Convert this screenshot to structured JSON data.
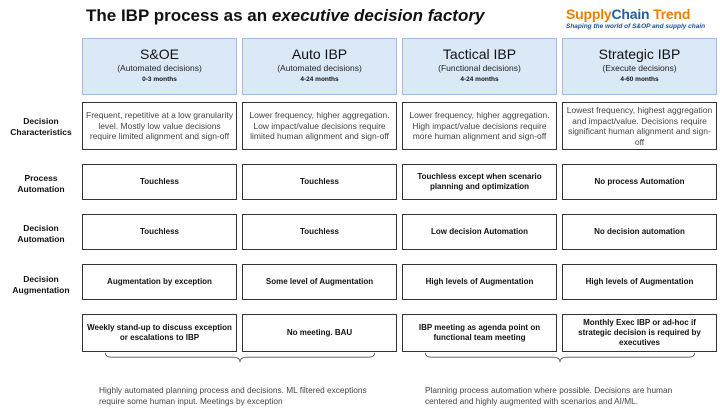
{
  "title_plain": "The IBP process as an ",
  "title_italic": "executive decision factory",
  "logo": {
    "word1": "Supply",
    "word2": "Chain",
    "word3": "Trend",
    "tagline": "Shaping the world of S&OP and supply chain"
  },
  "columns": [
    {
      "name": "S&OE",
      "subtitle": "(Automated decisions)",
      "period": "0-3 months"
    },
    {
      "name": "Auto IBP",
      "subtitle": "(Automated decisions)",
      "period": "4-24 months"
    },
    {
      "name": "Tactical IBP",
      "subtitle": "(Functional decisions)",
      "period": "4-24 months"
    },
    {
      "name": "Strategic IBP",
      "subtitle": "(Execute decisions)",
      "period": "4-60 months"
    }
  ],
  "rows": [
    {
      "label": "Decision Characteristics"
    },
    {
      "label": "Process Automation"
    },
    {
      "label": "Decision Automation"
    },
    {
      "label": "Decision Augmentation"
    }
  ],
  "characteristics": [
    "Frequent, repetitive at a low granularity level. Mostly low value decisions require limited alignment and sign-off",
    "Lower frequency, higher aggregation. Low impact/value decisions require limited human alignment and sign-off",
    "Lower frequency, higher aggregation. High impact/value decisions require more human alignment and sign-off",
    "Lowest frequency, highest aggregation and impact/value. Decisions require significant human alignment and sign-off"
  ],
  "process_automation": [
    "Touchless",
    "Touchless",
    "Touchless except when scenario planning and optimization",
    "No process Automation"
  ],
  "decision_automation": [
    "Touchless",
    "Touchless",
    "Low decision Automation",
    "No decision automation"
  ],
  "decision_augmentation": [
    "Augmentation by exception",
    "Some level of Augmentation",
    "High levels of Augmentation",
    "High levels of Augmentation"
  ],
  "meetings": [
    "Weekly stand-up to discuss exception or escalations to IBP",
    "No meeting. BAU",
    "IBP meeting as agenda point on functional team meeting",
    "Monthly Exec IBP or ad-hoc if strategic decision is required by executives"
  ],
  "notes": {
    "left": "Highly automated planning process and decisions. ML filtered exceptions require some human input. Meetings by exception",
    "right": "Planning process automation where possible. Decisions are human centered and highly augmented with scenarios and AI/ML."
  },
  "colors": {
    "header_fill": "#dbe9f7",
    "accent_orange": "#f07d00",
    "accent_blue": "#1f5fa8"
  }
}
